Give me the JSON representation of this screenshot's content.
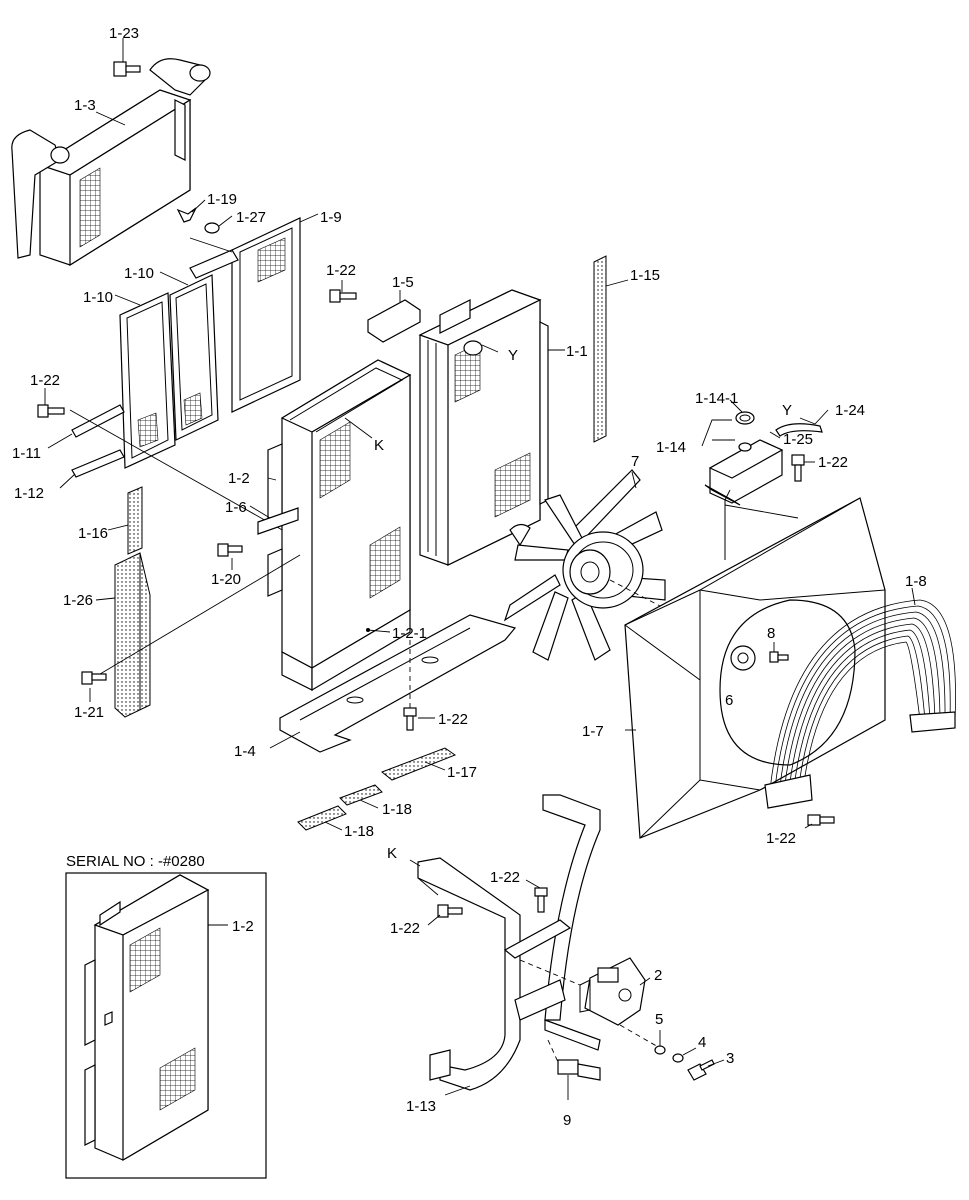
{
  "inset": {
    "title": "SERIAL NO : -#0280"
  },
  "labels": {
    "l_1_23": "1-23",
    "l_1_3": "1-3",
    "l_1_19": "1-19",
    "l_1_27": "1-27",
    "l_1_9": "1-9",
    "l_1_10a": "1-10",
    "l_1_10b": "1-10",
    "l_1_22a": "1-22",
    "l_1_5": "1-5",
    "l_y1": "Y",
    "l_1_1": "1-1",
    "l_1_15": "1-15",
    "l_1_22b": "1-22",
    "l_1_11": "1-11",
    "l_1_12": "1-12",
    "l_k1": "K",
    "l_1_14_1": "1-14-1",
    "l_y2": "Y",
    "l_1_24": "1-24",
    "l_1_14": "1-14",
    "l_1_25": "1-25",
    "l_1_22c": "1-22",
    "l_7": "7",
    "l_1_2": "1-2",
    "l_1_6": "1-6",
    "l_1_16": "1-16",
    "l_1_20": "1-20",
    "l_1_26": "1-26",
    "l_1_8": "1-8",
    "l_1_2_1": "1-2-1",
    "l_8": "8",
    "l_6": "6",
    "l_1_21": "1-21",
    "l_1_22d": "1-22",
    "l_1_4": "1-4",
    "l_1_7": "1-7",
    "l_1_17": "1-17",
    "l_1_18a": "1-18",
    "l_1_18b": "1-18",
    "l_1_22e": "1-22",
    "l_k2": "K",
    "l_1_22f": "1-22",
    "l_1_22g": "1-22",
    "l_1_2b": "1-2",
    "l_2": "2",
    "l_5": "5",
    "l_4": "4",
    "l_3": "3",
    "l_1_13": "1-13",
    "l_9": "9"
  }
}
